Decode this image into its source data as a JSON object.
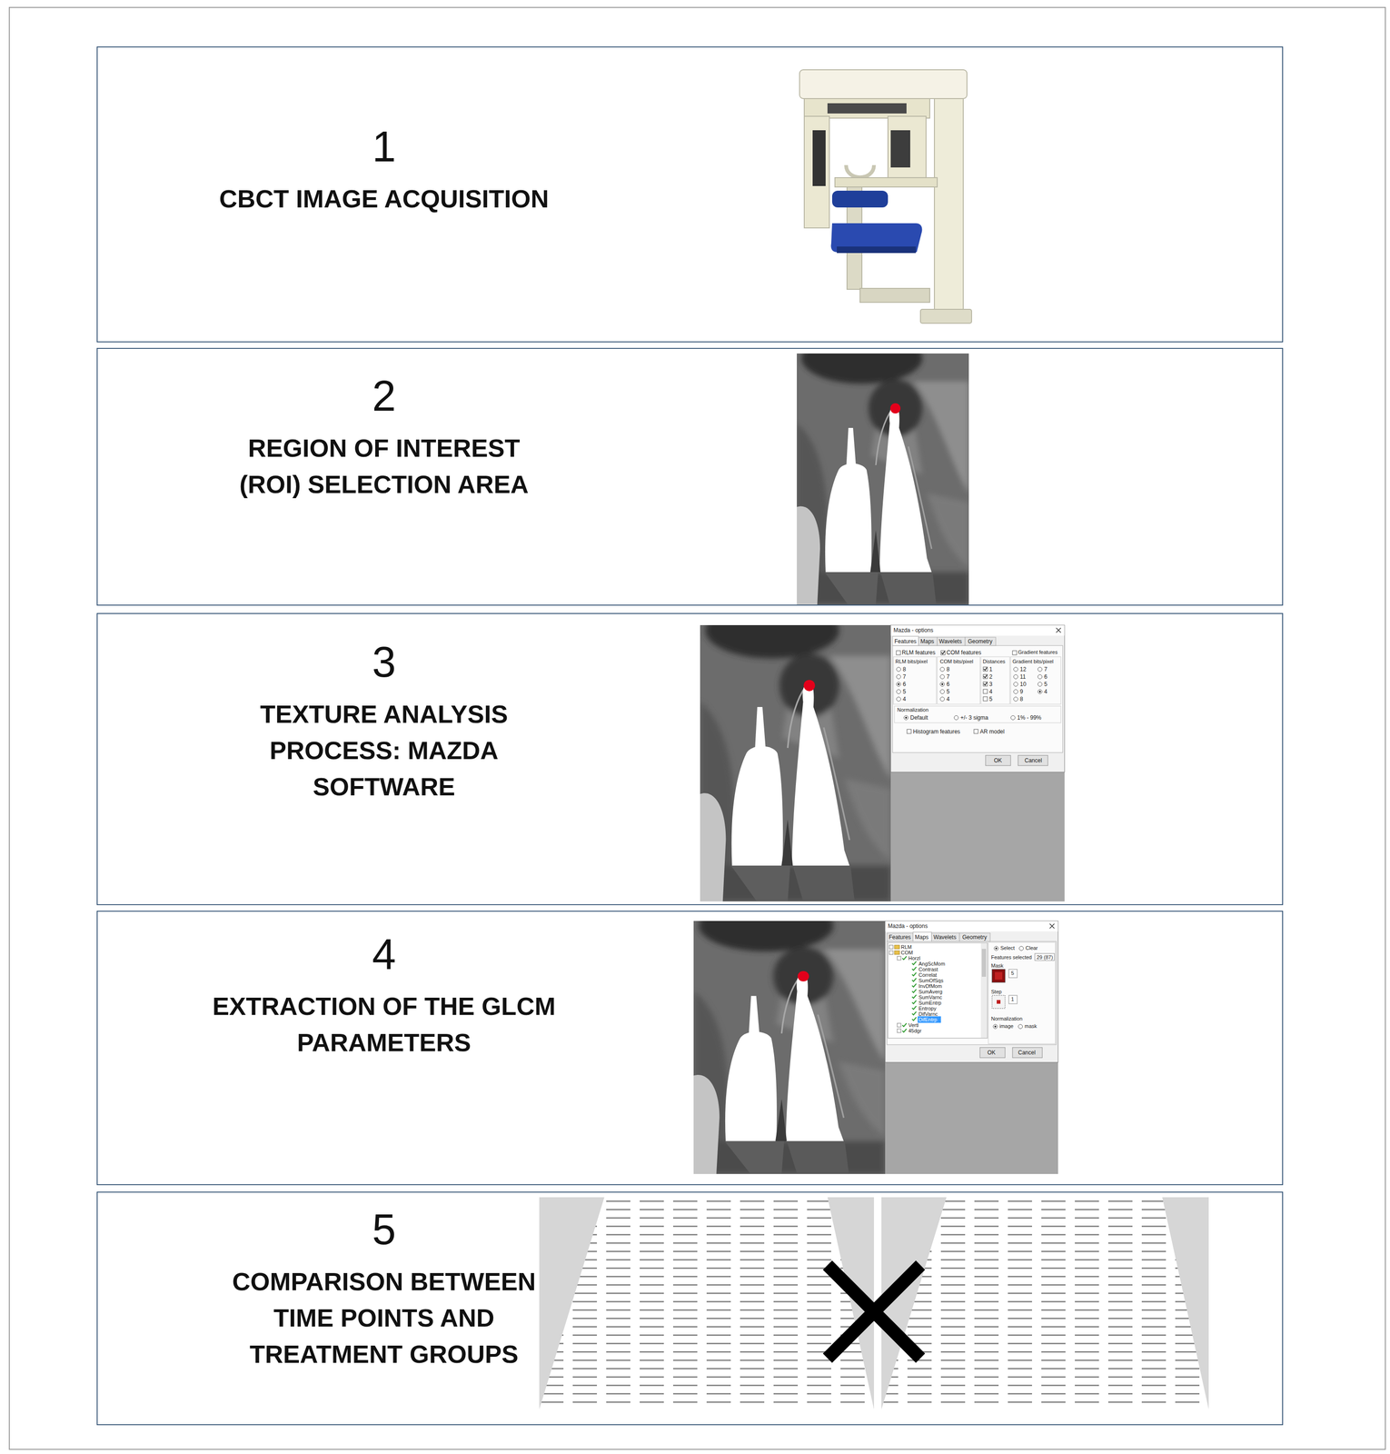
{
  "diagram": {
    "nodes": [
      {
        "text": [
          "1",
          "CBCT IMAGE ACQUISITION"
        ]
      },
      {
        "text": [
          "2",
          "REGION OF INTEREST (ROI) SELECTION AREA"
        ]
      },
      {
        "text": [
          "3",
          "TEXTURE ANALYSIS PROCESS: MAZDA SOFTWARE"
        ]
      },
      {
        "text": [
          "4",
          "EXTRACTION OF THE GLCM PARAMETERS"
        ]
      },
      {
        "text": [
          "5",
          "COMPARISON BETWEEN TIME POINTS AND TREATMENT GROUPS"
        ]
      }
    ],
    "labels": [
      "Mazda - options",
      "Features",
      "Maps",
      "Wavelets",
      "Geometry",
      "RLM features",
      "COM features",
      "Gradient features",
      "RLM bits/pixel",
      "COM bits/pixel",
      "Distances",
      "Gradient bits/pixel",
      "8",
      "7",
      "6",
      "5",
      "4",
      "8",
      "7",
      "6",
      "5",
      "4",
      "1",
      "2",
      "3",
      "4",
      "5",
      "12",
      "11",
      "10",
      "9",
      "8",
      "7",
      "6",
      "5",
      "4",
      "Normalization",
      "Default",
      "+/- 3 sigma",
      "1% - 99%",
      "Histogram features",
      "AR model",
      "OK",
      "Cancel",
      "Mazda - options",
      "Features",
      "Maps",
      "Wavelets",
      "Geometry",
      "RLM",
      "COM",
      "Horzl",
      "AngScMom",
      "Contrast",
      "Correlat",
      "SumOfSqs",
      "InvDfMom",
      "SumAverg",
      "SumVarnc",
      "SumEntrp",
      "Entropy",
      "DifVarnc",
      "DifEntrp",
      "Vertl",
      "45dgr",
      "Select",
      "Clear",
      "Features selected",
      "29 (87)",
      "Mask",
      "5",
      "Step",
      "1",
      "Normalization",
      "image",
      "mask",
      "OK",
      "Cancel"
    ]
  }
}
